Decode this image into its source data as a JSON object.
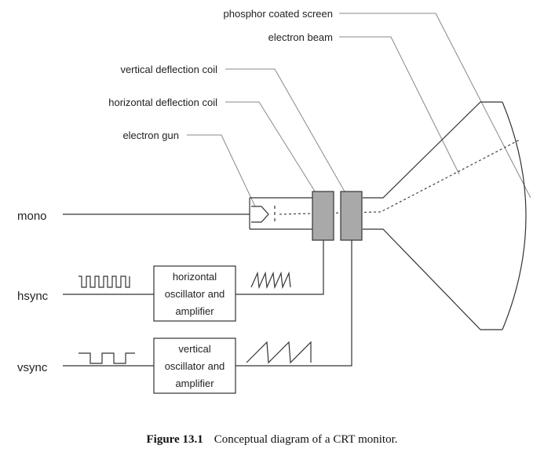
{
  "callouts": {
    "phosphor_screen": "phosphor coated screen",
    "electron_beam": "electron beam",
    "vertical_coil": "vertical deflection coil",
    "horizontal_coil": "horizontal deflection coil",
    "electron_gun": "electron gun"
  },
  "signals": {
    "mono": "mono",
    "hsync": "hsync",
    "vsync": "vsync"
  },
  "boxes": {
    "horizontal": [
      "horizontal",
      "oscillator and",
      "amplifier"
    ],
    "vertical": [
      "vertical",
      "oscillator and",
      "amplifier"
    ]
  },
  "caption": {
    "number": "Figure 13.1",
    "text": "Conceptual diagram of a CRT monitor."
  }
}
